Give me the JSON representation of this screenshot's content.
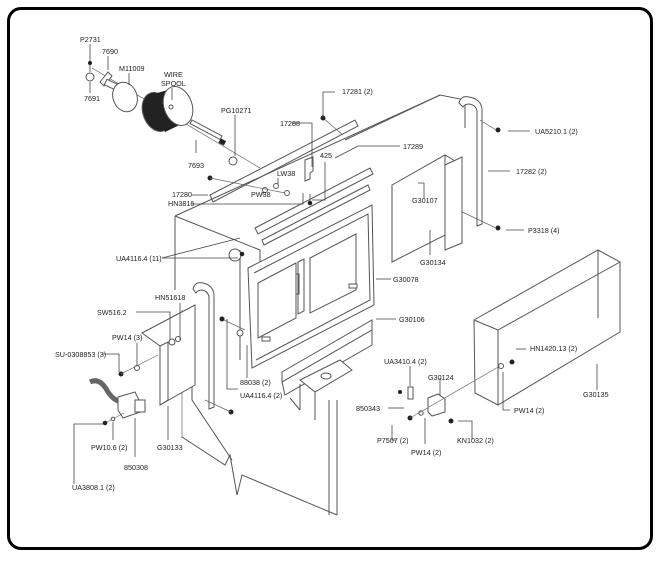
{
  "diagram": {
    "title": "",
    "type": "exploded-parts-diagram",
    "labels": {
      "p2731": "P2731",
      "p7690": "7690",
      "m11009": "M11009",
      "wire_spool_1": "WIRE",
      "wire_spool_2": "SPOOL",
      "p7691": "7691",
      "p7693": "7693",
      "pg10271": "PG10271",
      "p17281": "17281 (2)",
      "p17288": "17288",
      "p425": "425",
      "lw38": "LW38",
      "pw38": "PW38",
      "p17280": "17280",
      "hn3816": "HN3816",
      "p17289": "17289",
      "ua5210": "UA5210.1 (2)",
      "p17282": "17282 (2)",
      "g30107": "G30107",
      "p3318": "P3318 (4)",
      "g30134": "G30134",
      "ua4116_11": "UA4116.4 (11)",
      "g30078": "G30078",
      "hn51618": "HN51618",
      "sw516": "SW516.2",
      "pw14_3": "PW14 (3)",
      "su0308853": "SU-0308853 (3)",
      "g30106": "G30106",
      "p88038": "88038 (2)",
      "ua4116_2": "UA4116.4 (2)",
      "ua3410": "UA3410.4 (2)",
      "g30124": "G30124",
      "p850343": "850343",
      "hn1420": "HN1420.13 (2)",
      "pw14_right": "PW14 (2)",
      "g30135": "G30135",
      "p7507": "P7507 (2)",
      "pw14_bottom": "PW14 (2)",
      "kn1032": "KN1032 (2)",
      "pw10": "PW10.6 (2)",
      "g30133": "G30133",
      "p850308": "850308",
      "ua3808": "UA3808.1 (2)"
    }
  }
}
